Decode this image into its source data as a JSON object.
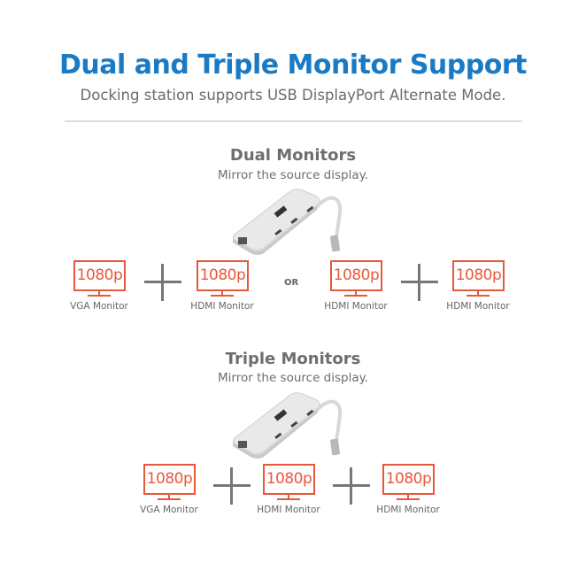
{
  "header": {
    "title": "Dual and Triple Monitor Support",
    "subtitle": "Docking station supports USB DisplayPort Alternate Mode."
  },
  "colors": {
    "title": "#1a7ac4",
    "monitor_accent": "#e8583a",
    "text_gray": "#6e6e6e",
    "divider": "#d4dde8"
  },
  "dual": {
    "title": "Dual Monitors",
    "subtitle": "Mirror the source display.",
    "or_label": "OR",
    "options": [
      {
        "monitors": [
          {
            "resolution": "1080p",
            "label": "VGA Monitor"
          },
          {
            "resolution": "1080p",
            "label": "HDMI Monitor"
          }
        ]
      },
      {
        "monitors": [
          {
            "resolution": "1080p",
            "label": "HDMI Monitor"
          },
          {
            "resolution": "1080p",
            "label": "HDMI Monitor"
          }
        ]
      }
    ]
  },
  "triple": {
    "title": "Triple Monitors",
    "subtitle": "Mirror the source display.",
    "monitors": [
      {
        "resolution": "1080p",
        "label": "VGA Monitor"
      },
      {
        "resolution": "1080p",
        "label": "HDMI Monitor"
      },
      {
        "resolution": "1080p",
        "label": "HDMI Monitor"
      }
    ]
  }
}
